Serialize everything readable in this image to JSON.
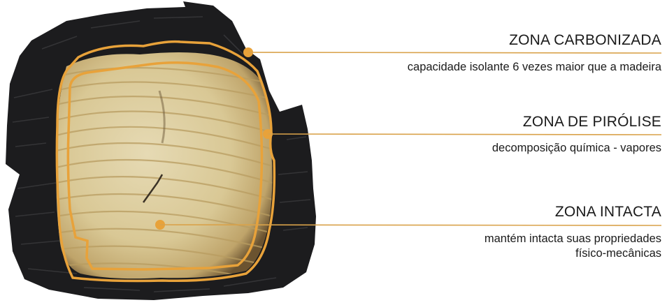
{
  "zones": [
    {
      "title": "ZONA CARBONIZADA",
      "description": "capacidade isolante 6 vezes maior que a madeira"
    },
    {
      "title": "ZONA DE PIRÓLISE",
      "description": "decomposição química - vapores"
    },
    {
      "title": "ZONA INTACTA",
      "description_lines": [
        "mantém intacta suas propriedades",
        "físico-mecânicas"
      ]
    }
  ],
  "colors": {
    "outline": "#e8a23a",
    "leader": "#d9a24a",
    "char": "#1c1c1e",
    "wood": "#dccb9c"
  }
}
